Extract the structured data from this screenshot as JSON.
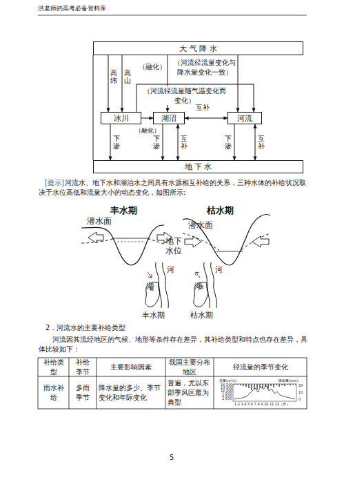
{
  "diagram": {
    "nodes": [
      {
        "text": [
          "大 气 降 水"
        ]
      },
      {
        "text": [
          "冰川"
        ]
      },
      {
        "text": [
          "湖沼"
        ]
      },
      {
        "text": [
          "河流"
        ]
      },
      {
        "text": [
          "地 下 水"
        ]
      }
    ],
    "edges": [
      {
        "from": 0,
        "to": 1,
        "arrow": "to",
        "label": "高纬"
      },
      {
        "from": 0,
        "to": 1,
        "arrow": "to",
        "label": "高山"
      },
      {
        "from": 0,
        "to": 2,
        "arrow": "to",
        "label": "（融化）"
      },
      {
        "from": 0,
        "to": 3,
        "arrow": "to",
        "label": "（河流径流量变化与降水量变化一致）"
      },
      {
        "from": 1,
        "to": 3,
        "arrow": "to",
        "label": "（河流径流量随气温变化而变化）"
      },
      {
        "from": 1,
        "to": 2,
        "arrow": "to",
        "label": "（融化）"
      },
      {
        "from": 2,
        "to": 3,
        "arrow": "both",
        "label": "互补"
      },
      {
        "from": 1,
        "to": 4,
        "arrow": "to",
        "label": "下渗"
      },
      {
        "from": 2,
        "to": 4,
        "arrow": "to",
        "label": "下渗"
      },
      {
        "from": 2,
        "to": 4,
        "arrow": "both",
        "label": "互补"
      },
      {
        "from": 3,
        "to": 4,
        "arrow": "to",
        "label": "下渗"
      },
      {
        "from": 3,
        "to": 4,
        "arrow": "both",
        "label": "互补"
      }
    ],
    "labels": [
      "洪老师的高考必备资料库",
      "[提示]",
      "河流水、地下水和湖泊水之间具有水源相互补给的关系，三种水体的补给状况取决于水位高低和流量大小的动态变化，如图所示:",
      "丰水期",
      "潜水面",
      "枯水期",
      "潜水面",
      "地下 水位",
      "河",
      "湖",
      "河",
      "湖",
      "丰水期",
      "枯水期",
      "2．河流水的主要补给类型",
      "河流因其流经地区的气候、地形等条件存在差异，其补给类型和特点也存在差异，具体比较如下：",
      "补给类型",
      "补给季节",
      "主要影响因素",
      "我国主要分布地区",
      "径流量的季节变化",
      "雨水补给",
      "多雨季节",
      "降水量的多少、季节变化和年际变化",
      "普遍，尤以东部季风区最为典型",
      "流量(m³/s)",
      "降雨量(mm)",
      "16 500",
      "13 500",
      "10 500",
      "7 500",
      "4 500",
      "1 500",
      "20",
      "10",
      "0",
      "1 2 3 4 5 6 7 8 9 10 11 12（月）",
      "5"
    ]
  }
}
